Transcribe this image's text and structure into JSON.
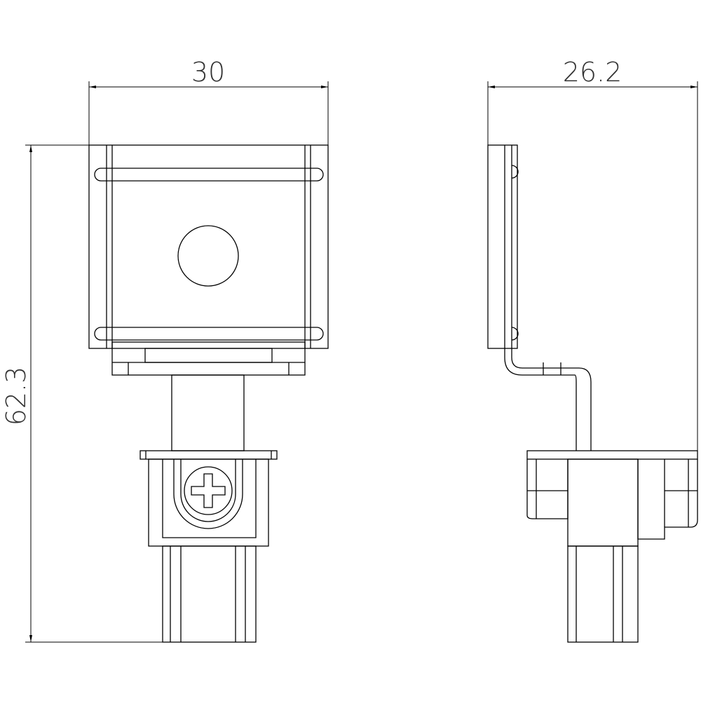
{
  "drawing": {
    "front_view": {
      "width_dimension": "30",
      "height_dimension": "62.3"
    },
    "side_view": {
      "depth_dimension": "26.2"
    }
  }
}
